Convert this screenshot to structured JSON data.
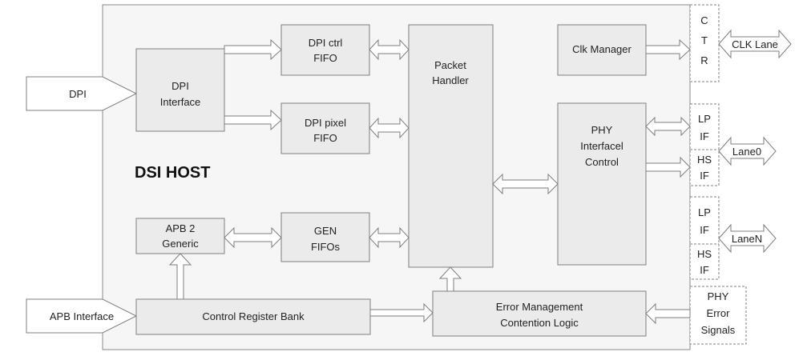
{
  "host": {
    "title": "DSI HOST"
  },
  "inputs": {
    "dpi": "DPI",
    "apb": "APB Interface"
  },
  "blocks": {
    "dpi_interface": [
      "DPI",
      "Interface"
    ],
    "dpi_ctrl_fifo": [
      "DPI ctrl",
      "FIFO"
    ],
    "dpi_pixel_fifo": [
      "DPI pixel",
      "FIFO"
    ],
    "packet_handler": [
      "Packet",
      "Handler"
    ],
    "clk_manager": [
      "Clk Manager"
    ],
    "phy_control": [
      "PHY",
      "Interfacel",
      "Control"
    ],
    "apb_generic": [
      "APB 2",
      "Generic"
    ],
    "gen_fifos": [
      "GEN",
      "FIFOs"
    ],
    "control_register_bank": [
      "Control Register Bank"
    ],
    "error_management": [
      "Error Management",
      "Contention Logic"
    ]
  },
  "side_blocks": {
    "ctr": [
      "C",
      "T",
      "R"
    ],
    "lp_if_0": [
      "LP",
      "IF"
    ],
    "hs_if_0": [
      "HS",
      "IF"
    ],
    "lp_if_n": [
      "LP",
      "IF"
    ],
    "hs_if_n": [
      "HS",
      "IF"
    ],
    "phy_error_signals": [
      "PHY",
      "Error",
      "Signals"
    ]
  },
  "outputs": {
    "clk_lane": "CLK Lane",
    "lane0": "Lane0",
    "lanen": "LaneN"
  },
  "colors": {
    "box_fill": "#ebebeb",
    "box_stroke": "#7f7f7f",
    "host_fill": "#f6f6f6",
    "arrow_fill": "#ffffff",
    "arrow_stroke": "#7f7f7f"
  }
}
